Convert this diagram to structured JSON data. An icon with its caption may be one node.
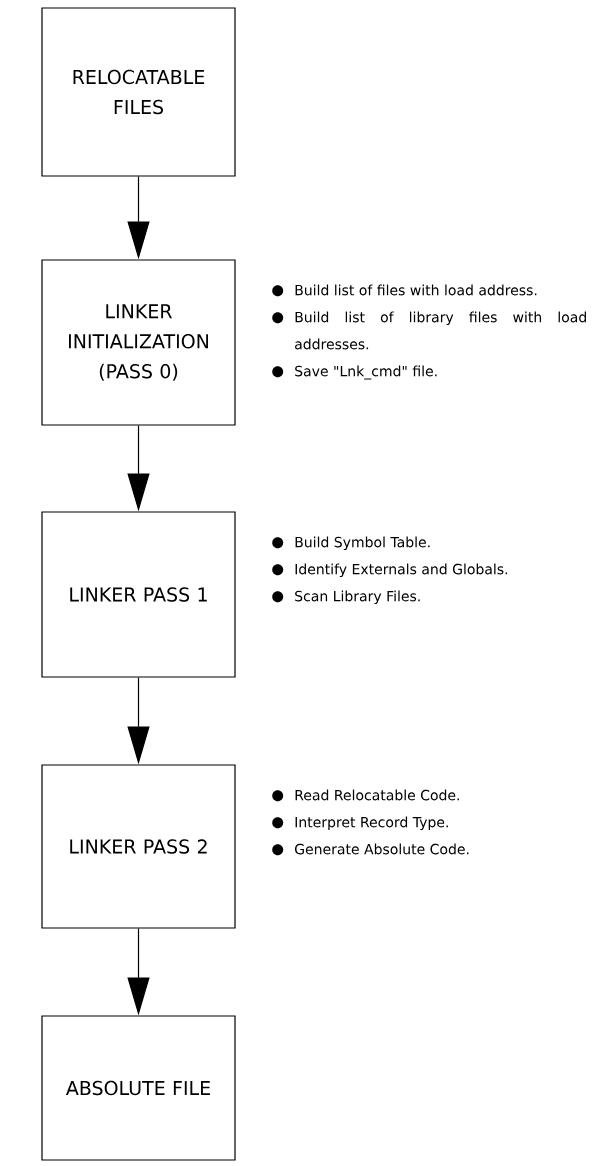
{
  "diagram": {
    "nodes": [
      {
        "text": [
          "RELOCATABLE FILES"
        ]
      },
      {
        "text": [
          "LINKER INITIALIZATION (PASS 0)"
        ],
        "beside": [
          "Build list of files with load address.",
          "Build list of library files with load addresses.",
          "Save \"Lnk_cmd\" file."
        ]
      },
      {
        "text": [
          "LINKER PASS 1"
        ],
        "beside": [
          "Build Symbol Table.",
          "Identify Externals and Globals.",
          "Scan Library Files."
        ]
      },
      {
        "text": [
          "LINKER PASS 2"
        ],
        "beside": [
          "Read Relocatable Code.",
          "Interpret Record Type.",
          "Generate Absolute Code."
        ]
      },
      {
        "text": [
          "ABSOLUTE FILE"
        ]
      }
    ],
    "edges": [
      {
        "from": 0,
        "to": 1,
        "arrow": "to"
      },
      {
        "from": 1,
        "to": 2,
        "arrow": "to"
      },
      {
        "from": 2,
        "to": 3,
        "arrow": "to"
      },
      {
        "from": 3,
        "to": 4,
        "arrow": "to"
      }
    ]
  }
}
